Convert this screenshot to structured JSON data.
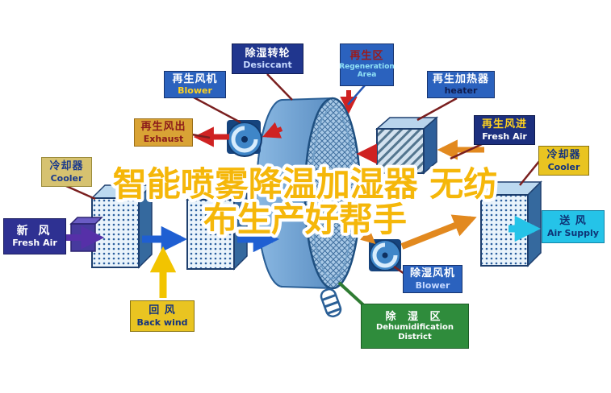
{
  "title": {
    "line1": "智能喷雾降温加湿器 无纺",
    "line2": "布生产好帮手",
    "fill_color": "#f5b70a",
    "outline_color": "#ffffff"
  },
  "labels": {
    "regen_blower": {
      "zh": "再生风机",
      "en": "Blower"
    },
    "desiccant": {
      "zh": "除湿转轮",
      "en": "Desiccant"
    },
    "regen_area": {
      "zh": "再生区",
      "en": "Regeneration Area"
    },
    "regen_heater": {
      "zh": "再生加热器",
      "en": "heater"
    },
    "exhaust": {
      "zh": "再生风出",
      "en": "Exhaust"
    },
    "regen_fresh_air": {
      "zh": "再生风进",
      "en": "Fresh Air"
    },
    "cooler_left": {
      "zh": "冷却器",
      "en": "Cooler"
    },
    "cooler_right": {
      "zh": "冷却器",
      "en": "Cooler"
    },
    "fresh_air": {
      "zh": "新 风",
      "en": "Fresh Air"
    },
    "air_supply": {
      "zh": "送 风",
      "en": "Air Supply"
    },
    "back_wind": {
      "zh": "回 风",
      "en": "Back wind"
    },
    "dehumid_blower": {
      "zh": "除湿风机",
      "en": "Blower"
    },
    "dehumid_district": {
      "zh": "除 湿 区",
      "en": "Dehumidification District"
    }
  },
  "colors": {
    "arrow_red": "#cf2222",
    "arrow_orange": "#e2891f",
    "arrow_blue": "#1f5fd2",
    "arrow_purple": "#5630a8",
    "arrow_yellow": "#f2c400",
    "arrow_cyan": "#25c3e8",
    "connector_maroon": "#7a1f1f",
    "connector_green": "#2f7c33",
    "wheel_blue": "#4d82ba",
    "label_blue": "#2b62be",
    "label_yellow": "#e9c421",
    "label_green": "#2f8c3c",
    "label_cyan": "#25c3e8",
    "label_indigo": "#2e3192",
    "label_gold": "#d9a335"
  }
}
